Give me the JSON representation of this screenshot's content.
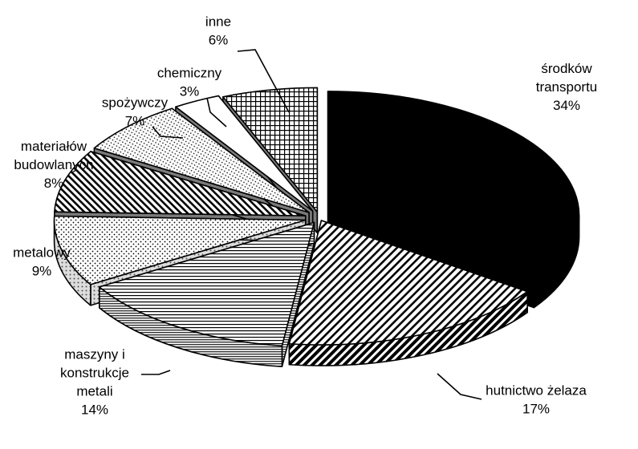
{
  "chart_data": {
    "type": "pie",
    "style": "3d-exploded",
    "title": "",
    "slices": [
      {
        "label": [
          "środków",
          "transportu"
        ],
        "value": 34,
        "value_label": "34%",
        "pattern": "solid-black"
      },
      {
        "label": [
          "hutnictwo żelaza"
        ],
        "value": 17,
        "value_label": "17%",
        "pattern": "diagonal-hatch"
      },
      {
        "label": [
          "maszyny i",
          "konstrukcje",
          "metali"
        ],
        "value": 14,
        "value_label": "14%",
        "pattern": "horizontal-lines"
      },
      {
        "label": [
          "metalowy"
        ],
        "value": 9,
        "value_label": "9%",
        "pattern": "dots"
      },
      {
        "label": [
          "materiałów",
          "budowlanych"
        ],
        "value": 8,
        "value_label": "8%",
        "pattern": "diagonal-hatch-dense"
      },
      {
        "label": [
          "spożywczy"
        ],
        "value": 7,
        "value_label": "7%",
        "pattern": "fine-dots"
      },
      {
        "label": [
          "chemiczny"
        ],
        "value": 3,
        "value_label": "3%",
        "pattern": "white"
      },
      {
        "label": [
          "inne"
        ],
        "value": 6,
        "value_label": "6%",
        "pattern": "grid"
      }
    ],
    "colors": {
      "outline": "#000000",
      "side": "#808080",
      "solid": "#000000"
    }
  }
}
